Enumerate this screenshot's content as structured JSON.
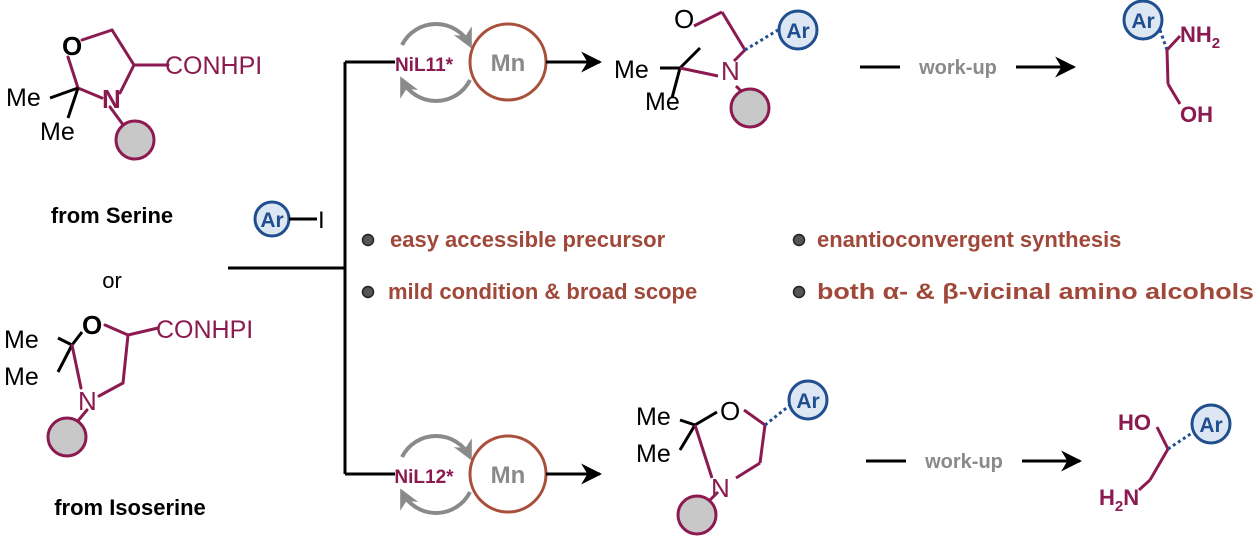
{
  "colors": {
    "maroon": "#8b1a50",
    "bond": "#8b1a50",
    "black": "#000000",
    "gray": "#8a8a8a",
    "ar_blue": "#1f4f8f",
    "ar_fill": "#dde6f3",
    "mn_ring": "#a9503c",
    "bullet_text": "#a0483a",
    "substituent_fill": "#c8c8c8"
  },
  "reagent": {
    "ar": "Ar",
    "i": "I"
  },
  "serine_substrate": {
    "o": "O",
    "n": "N",
    "me1": "Me",
    "me2": "Me",
    "group": "CONHPI",
    "caption": "from Serine"
  },
  "or_text": "or",
  "isoserine_substrate": {
    "o": "O",
    "n": "N",
    "me1": "Me",
    "me2": "Me",
    "group": "CONHPI",
    "caption": "from Isoserine"
  },
  "top_path": {
    "catalyst": "NiL11*",
    "reductant": "Mn",
    "product": {
      "o": "O",
      "n": "N",
      "me1": "Me",
      "me2": "Me",
      "ar": "Ar"
    },
    "workup": "work-up",
    "final": {
      "ar": "Ar",
      "nh2": "NH",
      "nh2_sub": "2",
      "oh": "OH"
    }
  },
  "bottom_path": {
    "catalyst": "NiL12*",
    "reductant": "Mn",
    "product": {
      "o": "O",
      "n": "N",
      "me1": "Me",
      "me2": "Me",
      "ar": "Ar"
    },
    "workup": "work-up",
    "final": {
      "ar": "Ar",
      "ho": "HO",
      "h2n_h": "H",
      "h2n_sub": "2",
      "h2n_n": "N"
    }
  },
  "features": [
    "easy accessible precursor",
    "enantioconvergent synthesis",
    "mild condition & broad scope",
    "both α- & β-vicinal amino alcohols"
  ]
}
